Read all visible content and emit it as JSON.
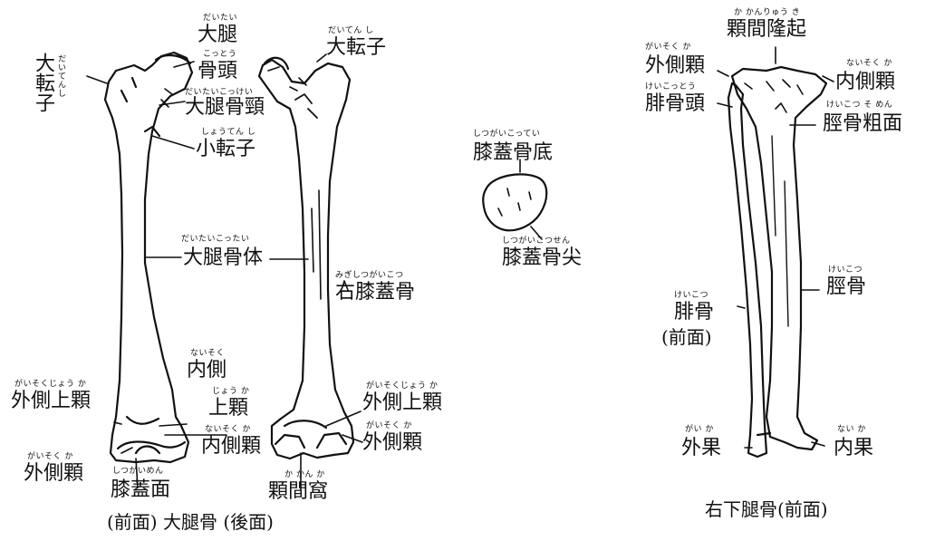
{
  "femur": {
    "trochanter_major_left": "大転子",
    "trochanter_major_left_ruby": "だいてんし",
    "head_top": "大腿",
    "head_top_ruby": "だいたい",
    "head_bottom": "骨頭",
    "head_bottom_ruby": "こっとう",
    "neck": "大腿骨頸",
    "neck_ruby": "だいたいこっけい",
    "trochanter_minor": "小転子",
    "trochanter_minor_ruby": "しょうてん し",
    "trochanter_major_right": "大転子",
    "trochanter_major_right_ruby": "だいてん し",
    "body": "大腿骨体",
    "body_ruby": "だいたいこったい",
    "patella_right": "右膝蓋骨",
    "patella_right_ruby": "みぎしつがいこつ",
    "medial_epi_top": "内側",
    "medial_epi_top_ruby": "ないそく",
    "medial_epi_bottom": "上顆",
    "medial_epi_bottom_ruby": "じょう か",
    "medial_condyle": "内側顆",
    "medial_condyle_ruby": "ないそく か",
    "lateral_epi_left": "外側上顆",
    "lateral_epi_left_ruby": "がいそくじょう か",
    "lateral_condyle_left": "外側顆",
    "lateral_condyle_left_ruby": "がいそく か",
    "patellar_surface": "膝蓋面",
    "patellar_surface_ruby": "しつがいめん",
    "lateral_epi_right": "外側上顆",
    "lateral_epi_right_ruby": "がいそくじょう か",
    "lateral_condyle_right": "外側顆",
    "lateral_condyle_right_ruby": "がいそく か",
    "intercondylar_fossa": "顆間窩",
    "intercondylar_fossa_ruby": "か かん か",
    "caption": "(前面) 大腿骨 (後面)"
  },
  "patella": {
    "base": "膝蓋骨底",
    "base_ruby": "しつがいこってい",
    "apex": "膝蓋骨尖",
    "apex_ruby": "しつがいこつせん"
  },
  "leg": {
    "intercondylar_eminence": "顆間隆起",
    "intercondylar_eminence_ruby": "か かんりゅう き",
    "lateral_condyle": "外側顆",
    "lateral_condyle_ruby": "がいそく か",
    "fibula_head": "腓骨頭",
    "fibula_head_ruby": "けいこっとう",
    "medial_condyle": "内側顆",
    "medial_condyle_ruby": "ないそく か",
    "tibial_tuberosity": "脛骨粗面",
    "tibial_tuberosity_ruby": "けいこつ そ めん",
    "tibia": "脛骨",
    "tibia_ruby": "けいこつ",
    "fibula": "腓骨",
    "fibula_ruby": "けいこつ",
    "fibula_note": "(前面)",
    "lateral_malleolus": "外果",
    "lateral_malleolus_ruby": "がい か",
    "medial_malleolus": "内果",
    "medial_malleolus_ruby": "ない か",
    "caption": "右下腿骨(前面)"
  }
}
